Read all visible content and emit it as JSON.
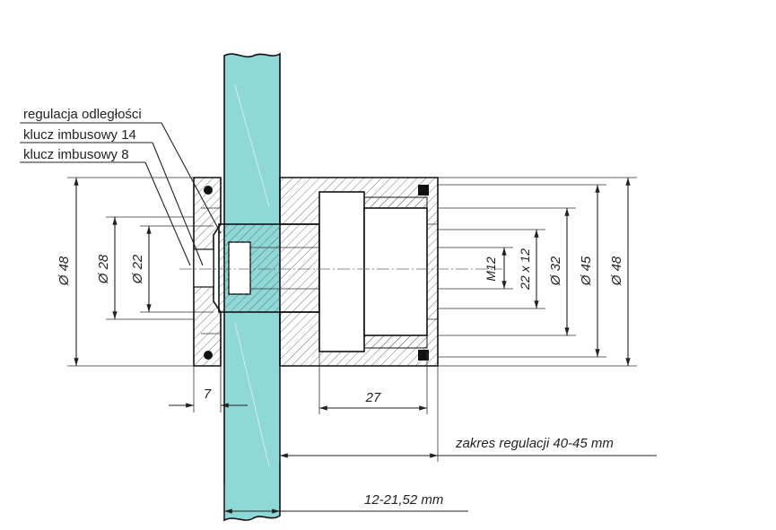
{
  "callouts": [
    {
      "id": "c1",
      "text": "regulacja odległości"
    },
    {
      "id": "c2",
      "text": "klucz imbusowy 14"
    },
    {
      "id": "c3",
      "text": "klucz imbusowy 8"
    }
  ],
  "dims": {
    "left_d48": "Ø 48",
    "d28": "Ø 28",
    "d22": "Ø 22",
    "m12": "M12",
    "d22x12": "22 x 12",
    "d32": "Ø 32",
    "d45": "Ø 45",
    "right_d48": "Ø 48",
    "w7": "7",
    "w27": "27",
    "range": "zakres regulacji 40-45 mm",
    "glass": "12-21,52 mm"
  },
  "colors": {
    "glass": "#8fd8d8",
    "glass_stroke": "#1a1a1a",
    "part_fill": "#ffffff",
    "hatch": "#555555"
  }
}
